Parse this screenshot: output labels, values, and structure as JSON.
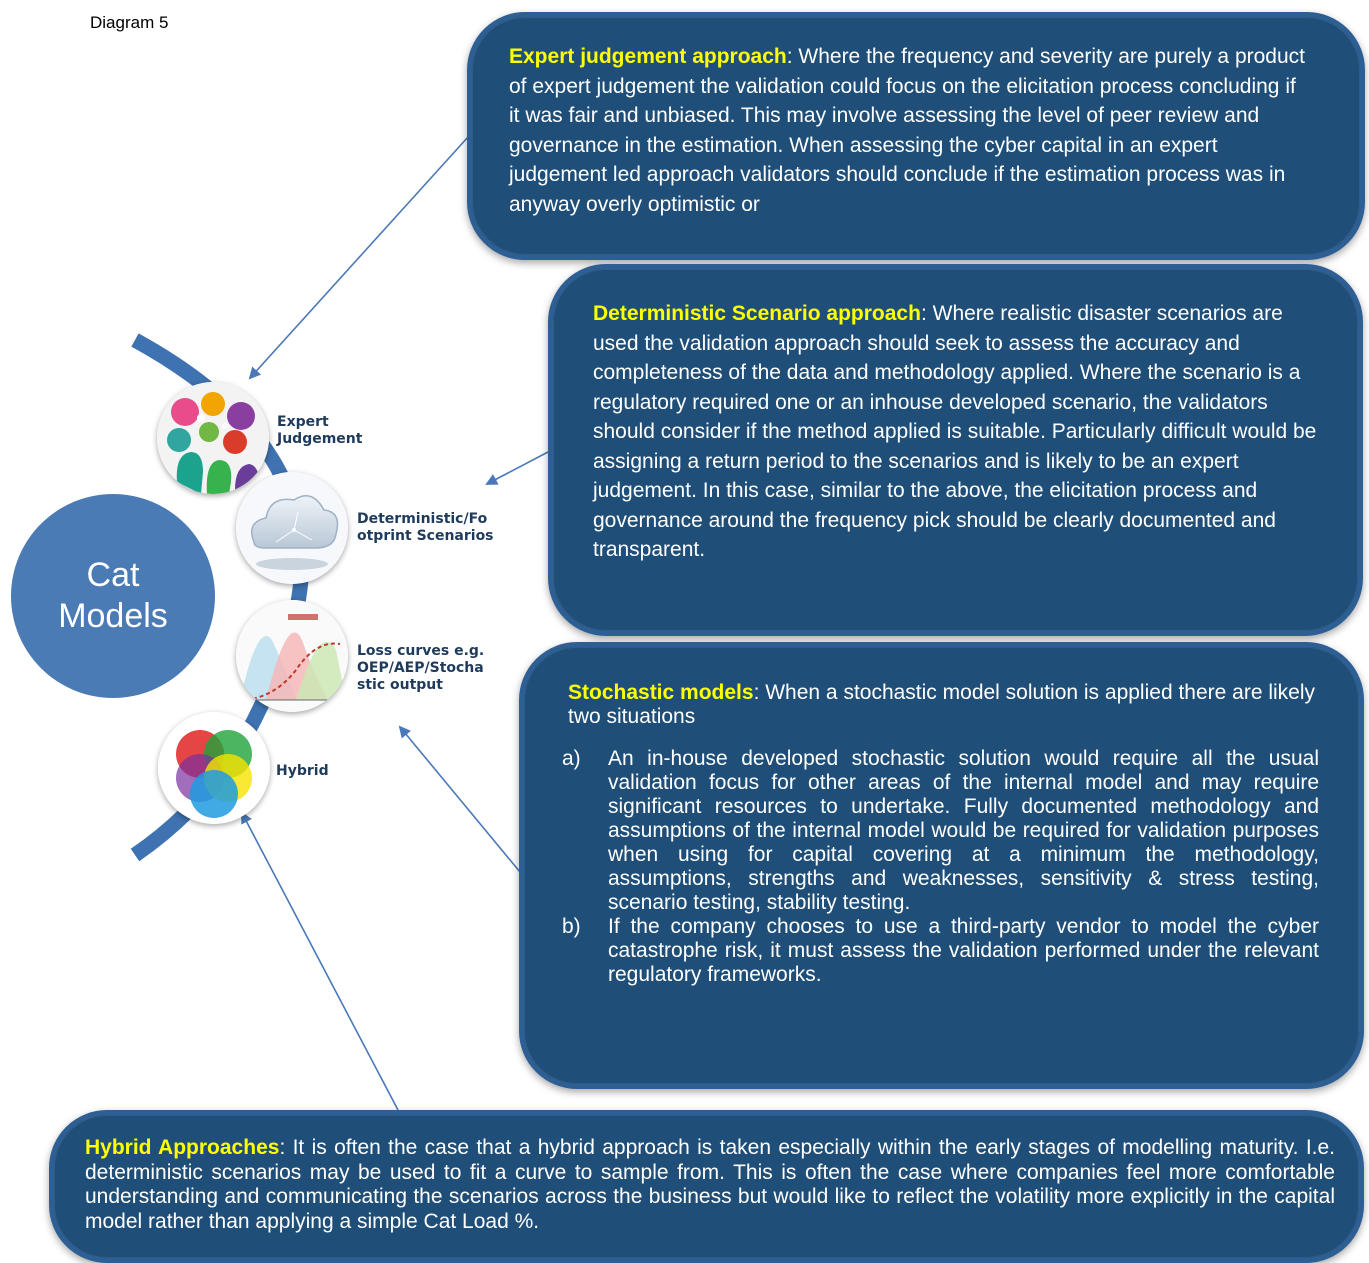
{
  "caption": "Diagram 5",
  "center": {
    "line1": "Cat",
    "line2": "Models"
  },
  "nodes": {
    "expert": {
      "line1": "Expert",
      "line2": "Judgement",
      "icon": "people-silhouettes-icon"
    },
    "deterministic": {
      "line1": "Deterministic/Fo",
      "line2": "otprint Scenarios",
      "icon": "cloud-icon"
    },
    "loss": {
      "line1": "Loss curves e.g.",
      "line2": "OEP/AEP/Stocha",
      "line3": "stic output",
      "icon": "curves-icon"
    },
    "hybrid": {
      "line1": "Hybrid",
      "icon": "venn-icon"
    }
  },
  "boxes": {
    "expert": {
      "title": "Expert judgement approach",
      "text": ": Where the frequency and severity are purely a product of expert judgement the validation could focus on the elicitation process concluding if it was fair and unbiased. This may involve assessing the level of peer review and governance in the estimation. When assessing the cyber capital in an expert judgement led approach validators should conclude if the estimation process was in anyway overly optimistic or"
    },
    "deterministic": {
      "title": "Deterministic Scenario approach",
      "text": ": Where realistic disaster scenarios are used the validation approach should seek to assess the accuracy and completeness of the data and methodology applied. Where the scenario is a regulatory required one or an inhouse developed scenario, the validators should consider if the method applied is suitable. Particularly difficult would be assigning a return period to the scenarios and is likely to be an expert judgement. In this case, similar to the above, the elicitation process and governance around the frequency pick should be clearly documented and transparent."
    },
    "stochastic": {
      "title": "Stochastic models",
      "text": ": When a stochastic model solution is applied there are likely two situations",
      "items": [
        {
          "marker": "a)",
          "text": "An in-house developed stochastic solution would require all the usual validation focus for other areas of the internal model and may require significant resources to undertake. Fully documented methodology and assumptions of the internal model would be required for validation purposes when using for capital covering at a minimum the methodology, assumptions, strengths and weaknesses, sensitivity & stress testing, scenario testing, stability testing."
        },
        {
          "marker": "b)",
          "text": "If the company chooses to use a third-party vendor to model the cyber catastrophe risk, it must assess the validation performed under the relevant regulatory frameworks."
        }
      ]
    },
    "hybrid": {
      "title": "Hybrid Approaches",
      "text": ": It is often the case that a hybrid approach is taken especially within the early stages of modelling maturity. I.e. deterministic scenarios may be used to fit a curve to sample from. This is often the case where companies feel more comfortable understanding and communicating the scenarios across the business but would like to reflect the volatility more explicitly in the capital model rather than applying a simple Cat Load %."
    }
  },
  "colors": {
    "box": "#1f4e79",
    "box_border": "#2e5f94",
    "highlight": "#ffff00",
    "arc": "#3f72b0",
    "center": "#4a7bb5",
    "arrow": "#4a78b8"
  }
}
